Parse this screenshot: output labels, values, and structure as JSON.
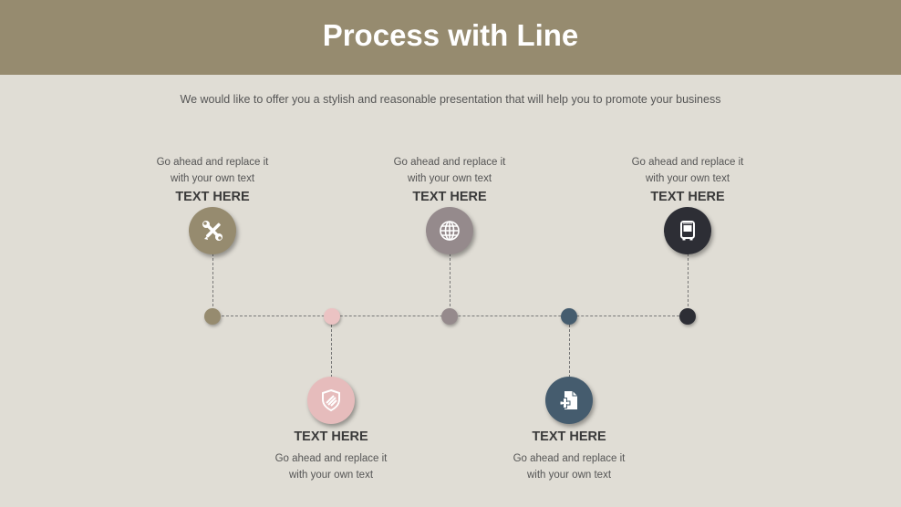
{
  "header": {
    "title": "Process with Line",
    "background_color": "#968b6f"
  },
  "subtitle": "We would like to offer you a stylish and reasonable presentation that will help you to promote your business",
  "steps": [
    {
      "heading": "TEXT HERE",
      "desc_line1": "Go ahead and replace it",
      "desc_line2": "with your own text",
      "icon": "tools-icon",
      "color": "#968b6f",
      "position": "top"
    },
    {
      "heading": "TEXT HERE",
      "desc_line1": "Go ahead and replace it",
      "desc_line2": "with your own text",
      "icon": "shield-icon",
      "color": "#e6bcbc",
      "position": "bottom"
    },
    {
      "heading": "TEXT HERE",
      "desc_line1": "Go ahead and replace it",
      "desc_line2": "with your own text",
      "icon": "globe-icon",
      "color": "#958a8c",
      "position": "top"
    },
    {
      "heading": "TEXT HERE",
      "desc_line1": "Go ahead and replace it",
      "desc_line2": "with your own text",
      "icon": "add-document-icon",
      "color": "#455c6e",
      "position": "bottom"
    },
    {
      "heading": "TEXT HERE",
      "desc_line1": "Go ahead and replace it",
      "desc_line2": "with your own text",
      "icon": "bus-icon",
      "color": "#2d2e35",
      "position": "top"
    }
  ]
}
